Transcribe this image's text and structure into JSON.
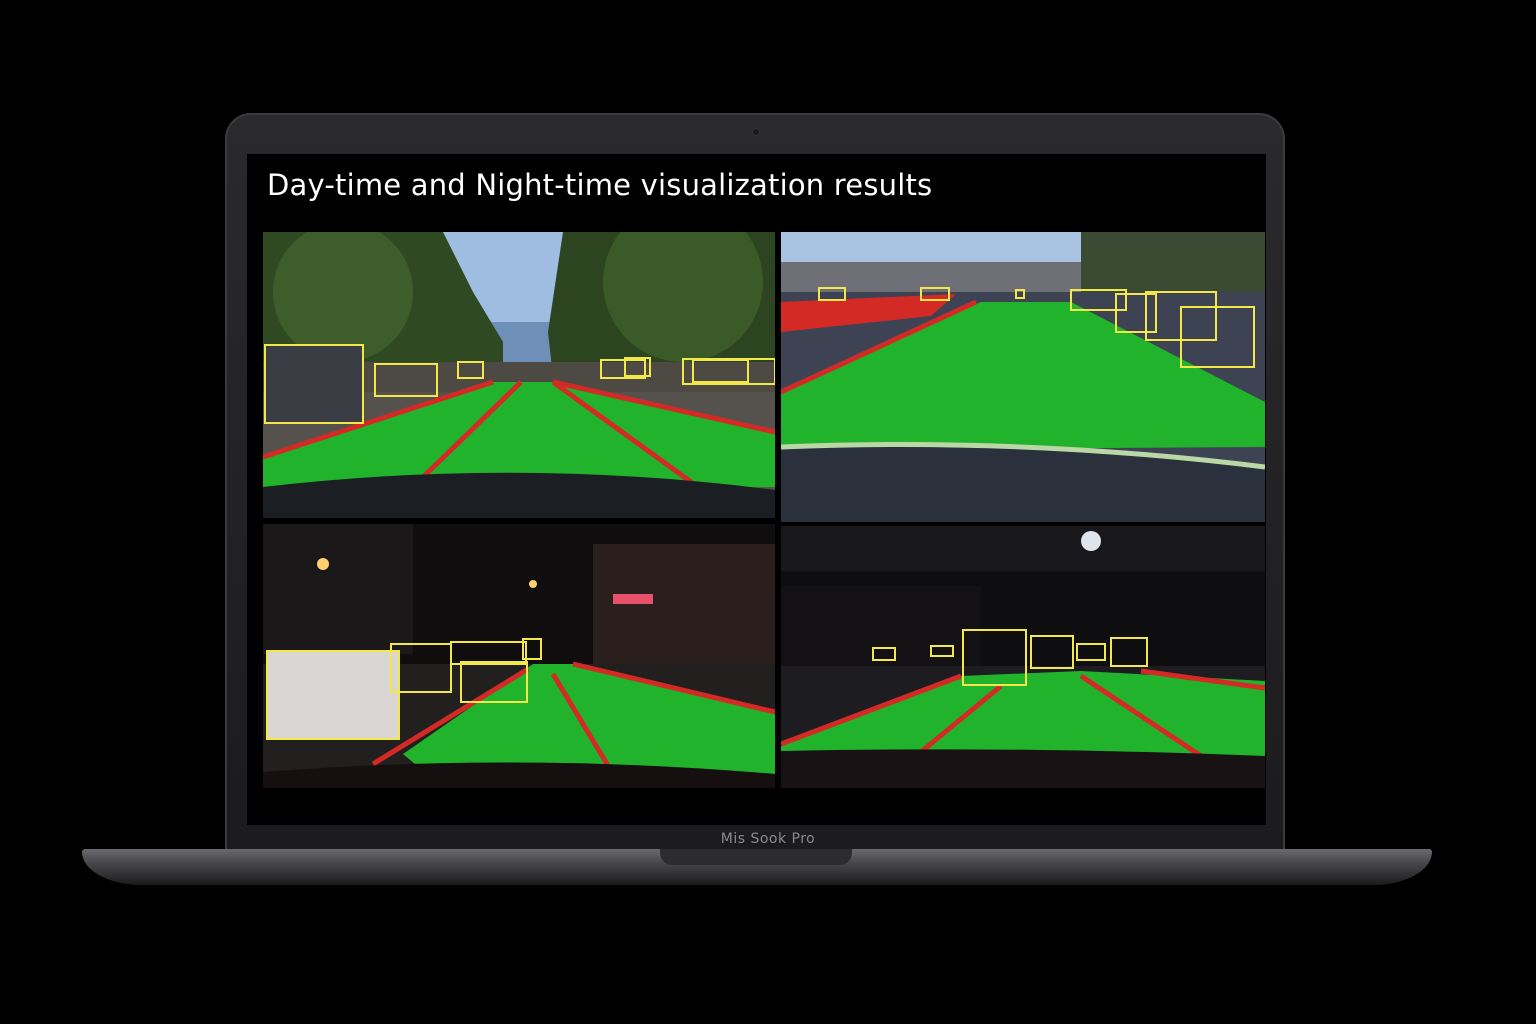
{
  "slide": {
    "title": "Day-time and Night-time visualization results"
  },
  "laptop": {
    "brand_label": "Mis Sook Pro"
  },
  "panels": [
    {
      "id": "day-left",
      "lighting": "day"
    },
    {
      "id": "day-right",
      "lighting": "day"
    },
    {
      "id": "night-left",
      "lighting": "night"
    },
    {
      "id": "night-right",
      "lighting": "night"
    }
  ],
  "colors": {
    "drivable_area": "#21b32b",
    "lane_line": "#d42a26",
    "detection_box": "#f2e84a"
  }
}
